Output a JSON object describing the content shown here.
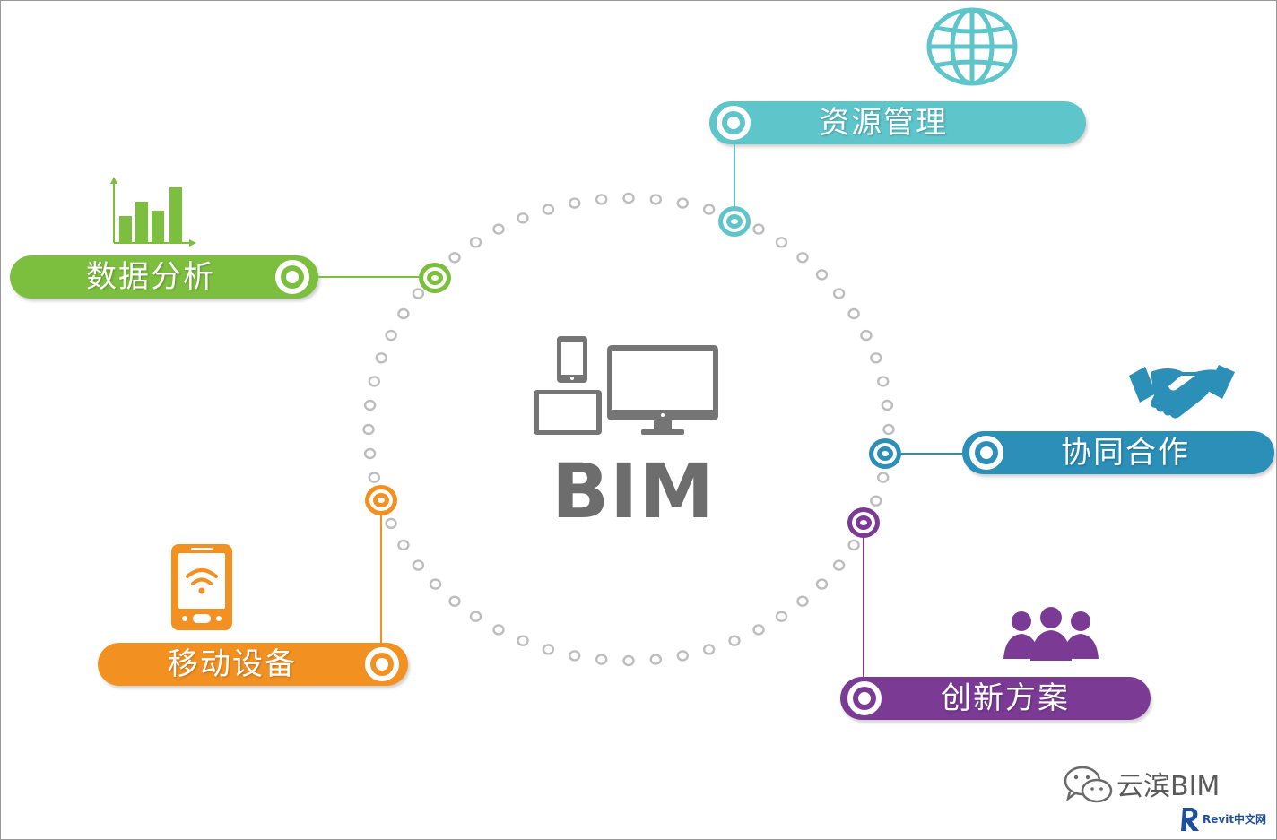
{
  "center": {
    "title": "BIM"
  },
  "nodes": [
    {
      "id": "data-analysis",
      "label": "数据分析",
      "color": "#7cbf3e",
      "icon": "bar-chart-icon"
    },
    {
      "id": "resource-management",
      "label": "资源管理",
      "color": "#5ec5cb",
      "icon": "globe-icon"
    },
    {
      "id": "collaboration",
      "label": "协同合作",
      "color": "#2b8fb8",
      "icon": "handshake-icon"
    },
    {
      "id": "innovation",
      "label": "创新方案",
      "color": "#7b3b94",
      "icon": "people-icon"
    },
    {
      "id": "mobile-device",
      "label": "移动设备",
      "color": "#f29122",
      "icon": "smartphone-icon"
    }
  ],
  "watermark": {
    "brand": "云滨BIM",
    "site": "Revit中文网"
  },
  "colors": {
    "dot_ring": "#bdbdbd",
    "device_gray": "#757575",
    "title_gray": "#6d6d6d"
  }
}
